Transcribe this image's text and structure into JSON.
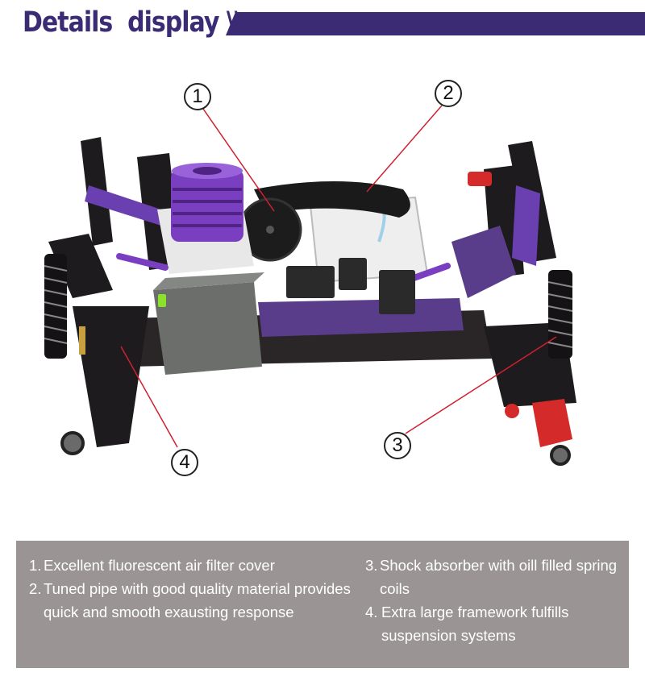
{
  "header": {
    "title": "Details  display \\\\",
    "bar_color": "#3a2b74"
  },
  "callouts": [
    "1",
    "2",
    "3",
    "4"
  ],
  "features": [
    {
      "num": "1.",
      "text": "Excellent fluorescent air filter cover"
    },
    {
      "num": "2.",
      "text": "Tuned pipe with good quality material provides quick and smooth exausting response"
    },
    {
      "num": "3.",
      "text": "Shock absorber with oill filled spring coils"
    },
    {
      "num": "4.",
      "text": "Extra large framework fulfills suspension systems"
    }
  ],
  "colors": {
    "panel": "#9a9494",
    "accent_purple": "#7a3fc0",
    "callout_line": "#d02030",
    "hub_red": "#d42a2a"
  }
}
